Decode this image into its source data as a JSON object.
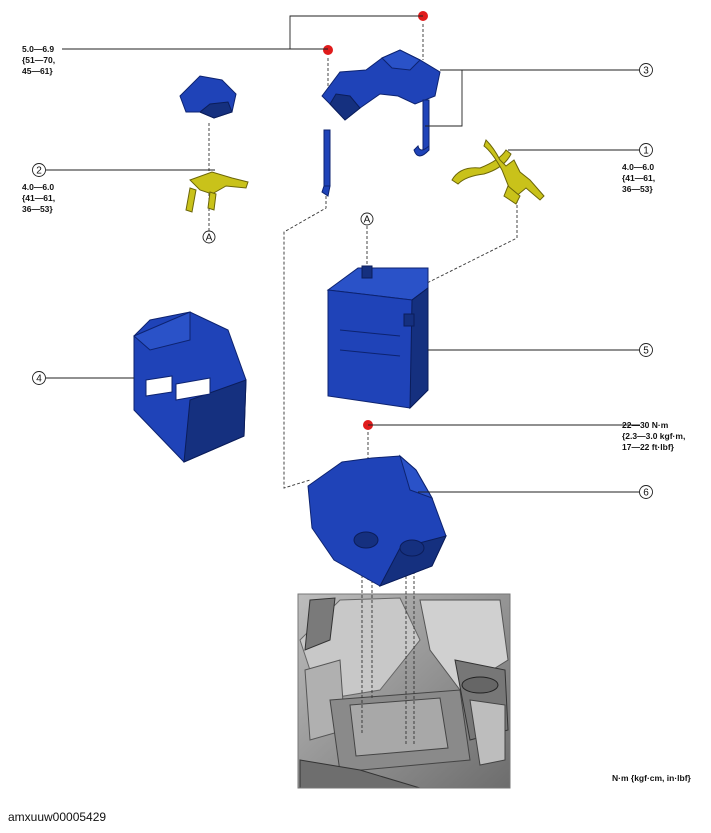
{
  "torque_specs": {
    "bracket": [
      "5.0—6.9",
      "{51—70,",
      "45—61}"
    ],
    "terminal_neg": [
      "4.0—6.0",
      "{41—61,",
      "36—53}"
    ],
    "terminal_pos": [
      "4.0—6.0",
      "{41—61,",
      "36—53}"
    ],
    "tray": [
      "22—30 N·m",
      "{2.3—3.0 kgf·m,",
      "17—22 ft·lbf}"
    ]
  },
  "callouts": [
    "1",
    "2",
    "3",
    "4",
    "5",
    "6"
  ],
  "ref_mark": "A",
  "units_note": "N·m {kgf·cm, in·lbf}",
  "image_id": "amxuuw00005429",
  "colors": {
    "part_blue": "#1f43b8",
    "cable_yellow": "#c9c21a",
    "torque_red": "#e01b1b"
  }
}
